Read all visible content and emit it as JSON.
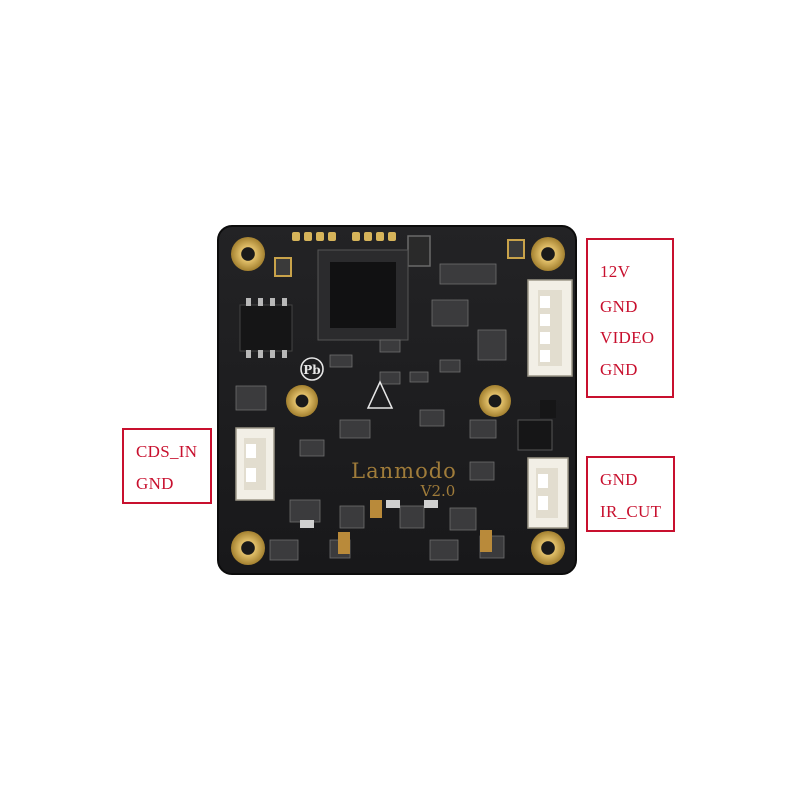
{
  "board": {
    "brand": "Lanmodo",
    "version": "V2.0",
    "pb_mark": "Pb"
  },
  "callouts": {
    "power_connector": {
      "lines": [
        "12V",
        "GND",
        "VIDEO",
        "GND"
      ]
    },
    "cds_connector": {
      "lines": [
        "CDS_IN",
        "GND"
      ]
    },
    "ircut_connector": {
      "lines": [
        "GND",
        "IR_CUT"
      ]
    }
  },
  "colors": {
    "label_red": "#c8102e",
    "board_black": "#1b1b1c",
    "pad_gold": "#c9a34a",
    "connector_white": "#f2efe6",
    "silk_gold": "#a07c3a"
  }
}
